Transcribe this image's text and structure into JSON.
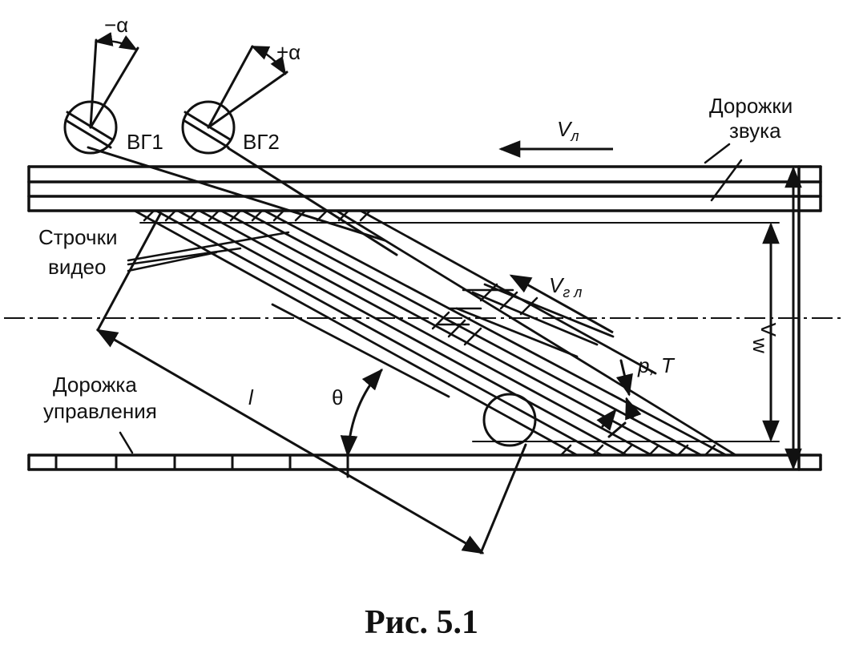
{
  "caption": "Рис. 5.1",
  "labels": {
    "neg_alpha": "−α",
    "pos_alpha": "+α",
    "head1": "ВГ1",
    "head2": "ВГ2",
    "tape_speed": "V",
    "tape_speed_sub": "л",
    "head_speed": "V",
    "head_speed_sub": "г л",
    "audio_tracks_1": "Дорожки",
    "audio_tracks_2": "звука",
    "video_lines_1": "Строчки",
    "video_lines_2": "видео",
    "control_track_1": "Дорожка",
    "control_track_2": "управления",
    "length": "l",
    "angle": "θ",
    "pitch": "p, T",
    "width_w": "w",
    "width_A": "A"
  }
}
